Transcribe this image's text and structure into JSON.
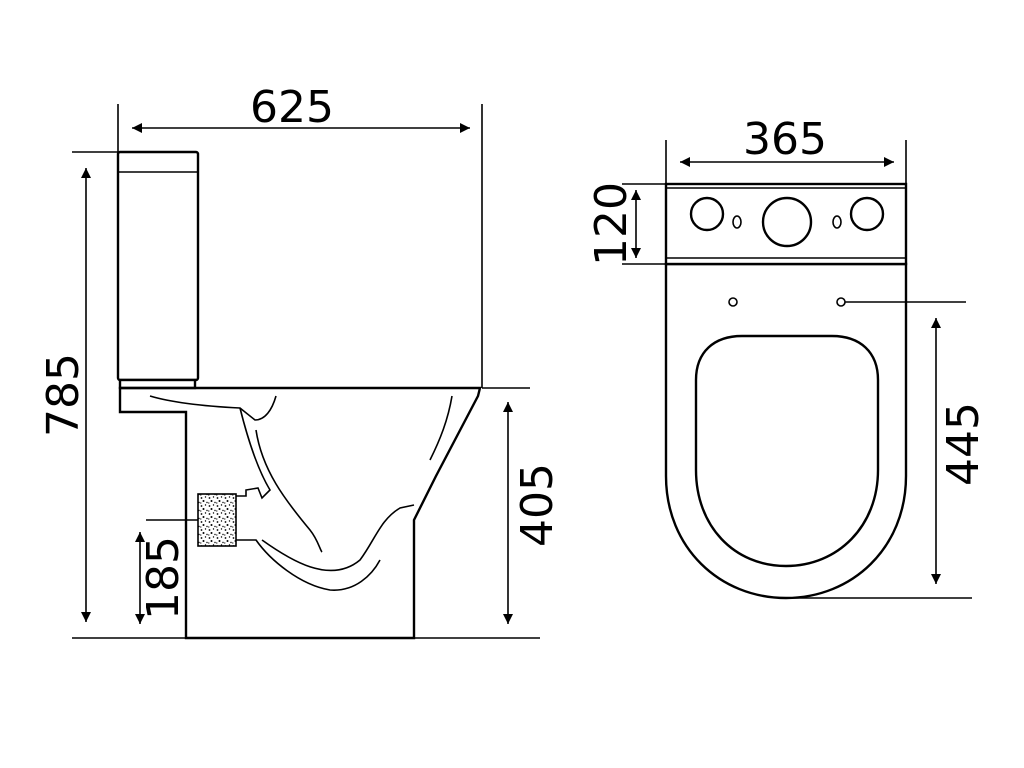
{
  "dimensions": {
    "overall_depth": "625",
    "overall_height": "785",
    "outlet_height": "185",
    "seat_height": "405",
    "cistern_width": "365",
    "cistern_depth": "120",
    "bowl_length": "445"
  }
}
